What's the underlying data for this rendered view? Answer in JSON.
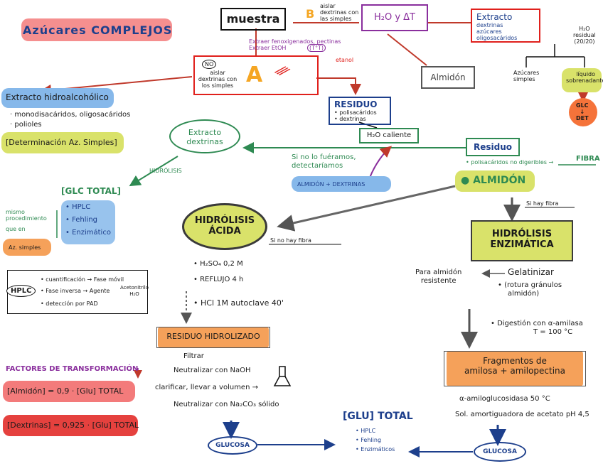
{
  "title": "Azúcares COMPLEJOS",
  "muestra": "muestra",
  "b_circle_note": "aislar dextrinas con las simples",
  "h2o_box": "H₂O y ΔT",
  "extracto_top": {
    "title": "Extracto",
    "items": [
      "dextrinas",
      "azúcares",
      "oligosacáridos"
    ]
  },
  "h2o_residual": [
    "H₂O",
    "residual",
    "(20/20)"
  ],
  "azucares_simples_small": [
    "Azúcares",
    "simples"
  ],
  "liquido_sobrenadante": [
    "líquido",
    "sobrenadante"
  ],
  "glc_det": [
    "GLC",
    "DET"
  ],
  "almidon_box": "Almidón",
  "etanol_note": [
    "Extraer fenoxigenados, pectinas",
    "Extraer EtOH"
  ],
  "ttt": "(T°T)",
  "etanol_red": "etanol",
  "a_box": {
    "circle": "NO",
    "small": "aislar dextrinas con los simples",
    "letter": "A"
  },
  "extracto_hidro": {
    "title": "Extracto hidroalcohólico",
    "items": [
      "monodisacáridos, oligosacáridos",
      "polioles"
    ]
  },
  "determinacion": "Determinación Az. Simples",
  "residuo1": {
    "title": "RESIDUO",
    "items": [
      "polisacáridos",
      "dextrinas"
    ]
  },
  "h2o_caliente": "H₂O caliente",
  "extracto_dextrinas": [
    "Extracto",
    "dextrinas"
  ],
  "hidrolisis_label": "HIDRÓLISIS",
  "si_no_fuera": [
    "Si no lo fuéramos,",
    "detectaríamos"
  ],
  "almidon_dextrinas": "ALMIDÓN + DEXTRINAS",
  "residuo2": {
    "title": "Residuo",
    "item": "polisacáridos no digeribles",
    "fibra": "FIBRA"
  },
  "almidon_main": "ALMIDÓN",
  "si_hay_fibra": "Si hay fibra",
  "glc_total_left": {
    "title": "[GLC TOTAL]",
    "items": [
      "HPLC",
      "Fehling",
      "Enzimático"
    ]
  },
  "mismo_procedimiento": [
    "mismo",
    "procedimiento",
    "que en"
  ],
  "az_simples": "Az. simples",
  "hidrolisis_acida": [
    "HIDRÓLISIS",
    "ÁCIDA"
  ],
  "si_no_hay_fibra": "Si no hay fibra",
  "hidrolisis_enzimatica": [
    "HIDRÓLISIS",
    "ENZIMÁTICA"
  ],
  "hplc_box": {
    "label": "HPLC",
    "lines": [
      "cuantificación",
      "Fase inversa",
      "detección por PAD"
    ],
    "fase": "Fase móvil",
    "eluyente": "Agente",
    "acetonitrilo": "Acetonitrilo",
    "h2o": "H₂O"
  },
  "acid_steps": [
    "H₂SO₄ 0,2 M",
    "REFLUJO 4 h",
    "HCl 1M autoclave 40'"
  ],
  "almidon_resistente": [
    "Para almidón",
    "resistente"
  ],
  "gelatinizar": {
    "title": "Gelatinizar",
    "detail": [
      "(rotura gránulos",
      "almidón)"
    ]
  },
  "digestion": [
    "Digestión con α-amilasa",
    "T = 100 °C"
  ],
  "residuo_hidrolizado": "RESIDUO HIDROLIZADO",
  "procesado": [
    "Filtrar",
    "Neutralizar con NaOH",
    "clarificar, llevar a volumen",
    "Neutralizar con Na₂CO₃ sólido"
  ],
  "fragmentos": [
    "Fragmentos de",
    "amilosa + amilopectina"
  ],
  "factores": {
    "title": "FACTORES DE TRANSFORMACIÓN",
    "f1": "[Almidón] = 0,9 · [Glu] TOTAL",
    "f2": "[Dextrinas] = 0,925 · [Glu] TOTAL"
  },
  "alfa_gluco": "α-amiloglucosidasa 50 °C",
  "sol_amort": "Sol. amortiguadora de acetato pH 4,5",
  "glucosa": "GLUCOSA",
  "glu_total_bottom": {
    "title": "[GLU] TOTAL",
    "items": [
      "HPLC",
      "Fehling",
      "Enzimáticos"
    ]
  },
  "colors": {
    "red": "#e0201c",
    "blue": "#1d3f8c",
    "green": "#2e8a52",
    "yellow": "#d9e26a",
    "orange": "#f5a15a",
    "purple": "#8a2f9d"
  }
}
